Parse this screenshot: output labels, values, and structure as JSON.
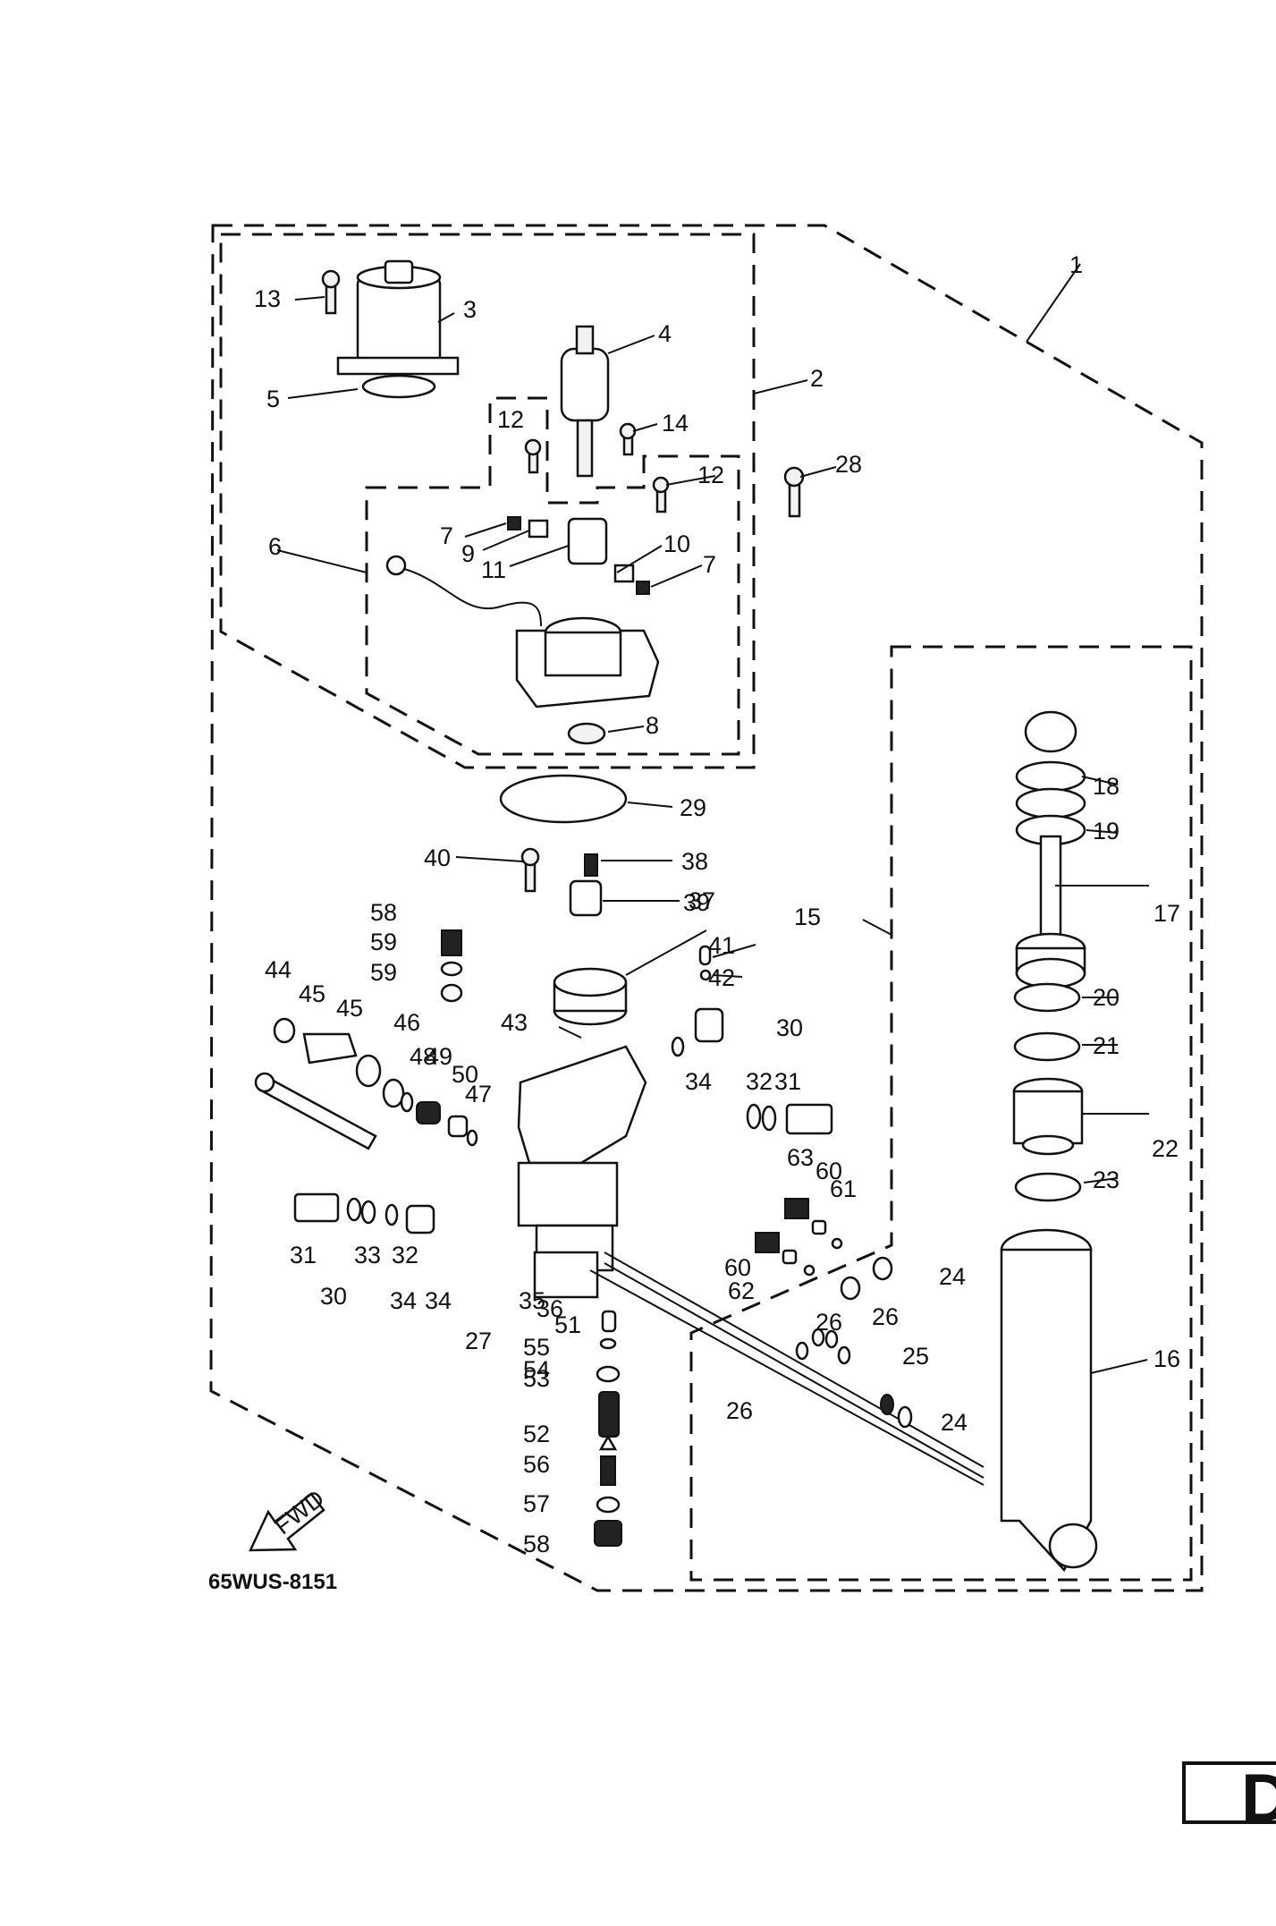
{
  "diagram": {
    "code": "65WUS-8151",
    "fwd_label": "FWD",
    "page_badge": "D",
    "callouts": [
      "1",
      "2",
      "3",
      "4",
      "5",
      "6",
      "7",
      "7",
      "8",
      "9",
      "10",
      "11",
      "12",
      "12",
      "13",
      "14",
      "15",
      "16",
      "17",
      "18",
      "19",
      "20",
      "21",
      "22",
      "23",
      "24",
      "24",
      "25",
      "26",
      "26",
      "26",
      "27",
      "28",
      "29",
      "30",
      "30",
      "31",
      "31",
      "32",
      "32",
      "33",
      "34",
      "34",
      "34",
      "35",
      "36",
      "37",
      "38",
      "39",
      "40",
      "41",
      "42",
      "43",
      "44",
      "45",
      "45",
      "46",
      "47",
      "48",
      "49",
      "50",
      "51",
      "52",
      "53",
      "54",
      "55",
      "56",
      "57",
      "58",
      "58",
      "59",
      "59",
      "60",
      "60",
      "61",
      "62",
      "63"
    ]
  }
}
